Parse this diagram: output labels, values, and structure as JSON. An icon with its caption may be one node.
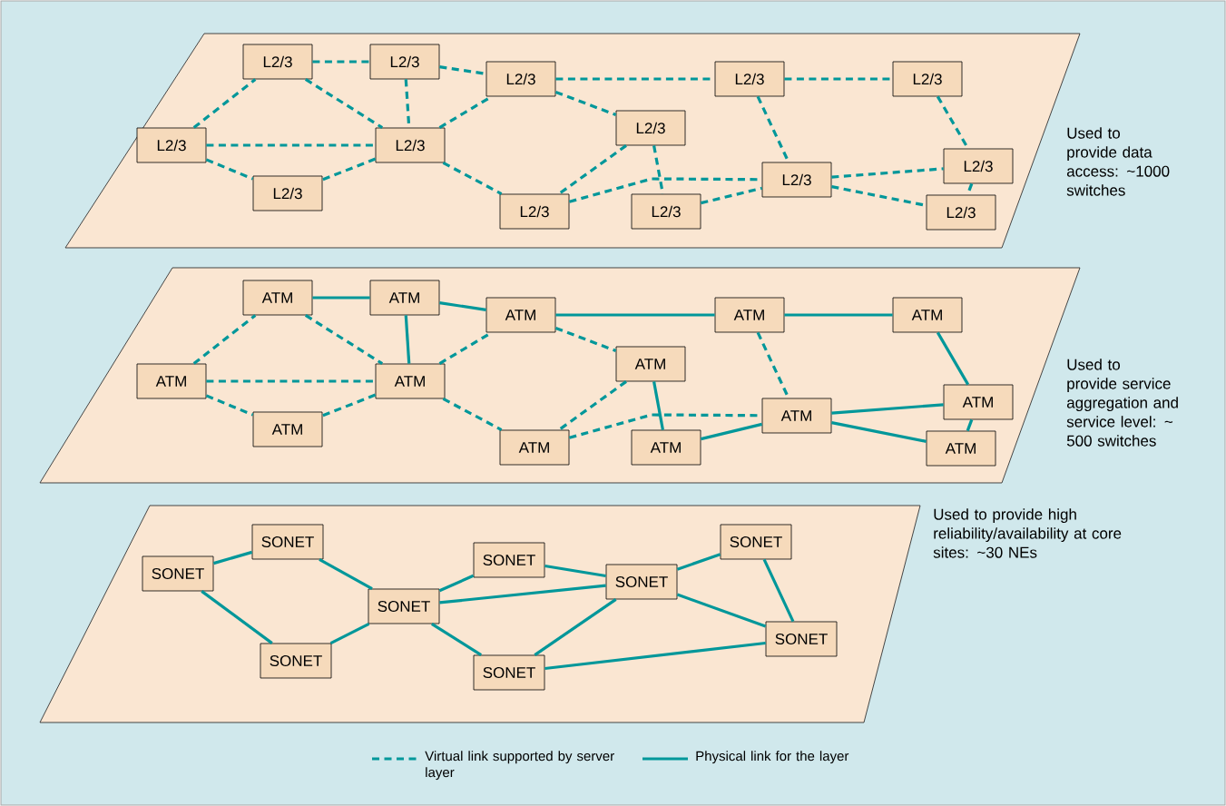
{
  "diagram": {
    "nodes": [
      {
        "text": [],
        "shape": "parallelogram",
        "beside": [
          "Used to provide data access: ~1000 switches"
        ]
      },
      {
        "text": [
          "L2/3"
        ],
        "in": 0
      },
      {
        "text": [
          "L2/3"
        ],
        "in": 0
      },
      {
        "text": [
          "L2/3"
        ],
        "in": 0
      },
      {
        "text": [
          "L2/3"
        ],
        "in": 0
      },
      {
        "text": [
          "L2/3"
        ],
        "in": 0
      },
      {
        "text": [
          "L2/3"
        ],
        "in": 0
      },
      {
        "text": [
          "L2/3"
        ],
        "in": 0
      },
      {
        "text": [
          "L2/3"
        ],
        "in": 0
      },
      {
        "text": [
          "L2/3"
        ],
        "in": 0
      },
      {
        "text": [
          "L2/3"
        ],
        "in": 0
      },
      {
        "text": [
          "L2/3"
        ],
        "in": 0
      },
      {
        "text": [
          "L2/3"
        ],
        "in": 0
      },
      {
        "text": [
          "L2/3"
        ],
        "in": 0
      },
      {
        "text": [
          "L2/3"
        ],
        "in": 0
      },
      {
        "text": [],
        "shape": "parallelogram",
        "beside": [
          "Used to provide service aggregation and service level: ~ 500 switches"
        ]
      },
      {
        "text": [
          "ATM"
        ],
        "in": 15
      },
      {
        "text": [
          "ATM"
        ],
        "in": 15
      },
      {
        "text": [
          "ATM"
        ],
        "in": 15
      },
      {
        "text": [
          "ATM"
        ],
        "in": 15
      },
      {
        "text": [
          "ATM"
        ],
        "in": 15
      },
      {
        "text": [
          "ATM"
        ],
        "in": 15
      },
      {
        "text": [
          "ATM"
        ],
        "in": 15
      },
      {
        "text": [
          "ATM"
        ],
        "in": 15
      },
      {
        "text": [
          "ATM"
        ],
        "in": 15
      },
      {
        "text": [
          "ATM"
        ],
        "in": 15
      },
      {
        "text": [
          "ATM"
        ],
        "in": 15
      },
      {
        "text": [
          "ATM"
        ],
        "in": 15
      },
      {
        "text": [
          "ATM"
        ],
        "in": 15
      },
      {
        "text": [
          "ATM"
        ],
        "in": 15
      },
      {
        "text": [],
        "shape": "parallelogram",
        "beside": [
          "Used to provide high reliability/availability at core sites: ~30 NEs"
        ]
      },
      {
        "text": [
          "SONET"
        ],
        "in": 30
      },
      {
        "text": [
          "SONET"
        ],
        "in": 30
      },
      {
        "text": [
          "SONET"
        ],
        "in": 30
      },
      {
        "text": [
          "SONET"
        ],
        "in": 30
      },
      {
        "text": [
          "SONET"
        ],
        "in": 30
      },
      {
        "text": [
          "SONET"
        ],
        "in": 30
      },
      {
        "text": [
          "SONET"
        ],
        "in": 30
      },
      {
        "text": [
          "SONET"
        ],
        "in": 30
      },
      {
        "text": [
          "SONET"
        ],
        "in": 30
      }
    ],
    "edges": [
      {
        "from": 1,
        "to": 2,
        "arrow": "none",
        "style": "dashed"
      },
      {
        "from": 1,
        "to": 4,
        "arrow": "none",
        "style": "dashed"
      },
      {
        "from": 1,
        "to": 5,
        "arrow": "none",
        "style": "dashed"
      },
      {
        "from": 2,
        "to": 3,
        "arrow": "none",
        "style": "dashed"
      },
      {
        "from": 2,
        "to": 4,
        "arrow": "none",
        "style": "dashed"
      },
      {
        "from": 3,
        "to": 4,
        "arrow": "none",
        "style": "dashed"
      },
      {
        "from": 3,
        "to": 6,
        "arrow": "none",
        "style": "dashed"
      },
      {
        "from": 4,
        "to": 5,
        "arrow": "none",
        "style": "dashed"
      },
      {
        "from": 4,
        "to": 6,
        "arrow": "none",
        "style": "dashed"
      },
      {
        "from": 4,
        "to": 8,
        "arrow": "none",
        "style": "dashed"
      },
      {
        "from": 6,
        "to": 10,
        "arrow": "none",
        "style": "dashed"
      },
      {
        "from": 6,
        "to": 7,
        "arrow": "none",
        "style": "dashed"
      },
      {
        "from": 7,
        "to": 8,
        "arrow": "none",
        "style": "dashed"
      },
      {
        "from": 8,
        "to": 12,
        "arrow": "none",
        "style": "dashed"
      },
      {
        "from": 7,
        "to": 9,
        "arrow": "none",
        "style": "dashed"
      },
      {
        "from": 9,
        "to": 12,
        "arrow": "none",
        "style": "dashed"
      },
      {
        "from": 10,
        "to": 11,
        "arrow": "none",
        "style": "dashed"
      },
      {
        "from": 10,
        "to": 12,
        "arrow": "none",
        "style": "dashed"
      },
      {
        "from": 11,
        "to": 13,
        "arrow": "none",
        "style": "dashed"
      },
      {
        "from": 12,
        "to": 13,
        "arrow": "none",
        "style": "dashed"
      },
      {
        "from": 12,
        "to": 14,
        "arrow": "none",
        "style": "dashed"
      },
      {
        "from": 13,
        "to": 14,
        "arrow": "none",
        "style": "dashed"
      },
      {
        "from": 16,
        "to": 17,
        "arrow": "none",
        "style": "dashed"
      },
      {
        "from": 16,
        "to": 19,
        "arrow": "none",
        "style": "dashed"
      },
      {
        "from": 16,
        "to": 20,
        "arrow": "none",
        "style": "dashed"
      },
      {
        "from": 17,
        "to": 18,
        "arrow": "none"
      },
      {
        "from": 17,
        "to": 19,
        "arrow": "none",
        "style": "dashed"
      },
      {
        "from": 18,
        "to": 19,
        "arrow": "none"
      },
      {
        "from": 18,
        "to": 21,
        "arrow": "none"
      },
      {
        "from": 19,
        "to": 20,
        "arrow": "none",
        "style": "dashed"
      },
      {
        "from": 19,
        "to": 21,
        "arrow": "none",
        "style": "dashed"
      },
      {
        "from": 19,
        "to": 23,
        "arrow": "none",
        "style": "dashed"
      },
      {
        "from": 21,
        "to": 25,
        "arrow": "none"
      },
      {
        "from": 21,
        "to": 22,
        "arrow": "none",
        "style": "dashed"
      },
      {
        "from": 22,
        "to": 23,
        "arrow": "none",
        "style": "dashed"
      },
      {
        "from": 23,
        "to": 27,
        "arrow": "none",
        "style": "dashed"
      },
      {
        "from": 22,
        "to": 24,
        "arrow": "none"
      },
      {
        "from": 24,
        "to": 27,
        "arrow": "none"
      },
      {
        "from": 25,
        "to": 26,
        "arrow": "none"
      },
      {
        "from": 25,
        "to": 27,
        "arrow": "none",
        "style": "dashed"
      },
      {
        "from": 26,
        "to": 28,
        "arrow": "none"
      },
      {
        "from": 27,
        "to": 28,
        "arrow": "none"
      },
      {
        "from": 27,
        "to": 29,
        "arrow": "none"
      },
      {
        "from": 28,
        "to": 29,
        "arrow": "none"
      },
      {
        "from": 31,
        "to": 32,
        "arrow": "none"
      },
      {
        "from": 31,
        "to": 34,
        "arrow": "none"
      },
      {
        "from": 32,
        "to": 33,
        "arrow": "none"
      },
      {
        "from": 34,
        "to": 33,
        "arrow": "none"
      },
      {
        "from": 33,
        "to": 35,
        "arrow": "none"
      },
      {
        "from": 33,
        "to": 36,
        "arrow": "none"
      },
      {
        "from": 33,
        "to": 39,
        "arrow": "none"
      },
      {
        "from": 35,
        "to": 36,
        "arrow": "none"
      },
      {
        "from": 36,
        "to": 37,
        "arrow": "none"
      },
      {
        "from": 36,
        "to": 38,
        "arrow": "none"
      },
      {
        "from": 36,
        "to": 39,
        "arrow": "none"
      },
      {
        "from": 37,
        "to": 38,
        "arrow": "none"
      },
      {
        "from": 39,
        "to": 38,
        "arrow": "none"
      }
    ],
    "legend": [
      {
        "text": "Virtual link supported by server layer"
      },
      {
        "text": "Physical link for the layer"
      }
    ]
  }
}
